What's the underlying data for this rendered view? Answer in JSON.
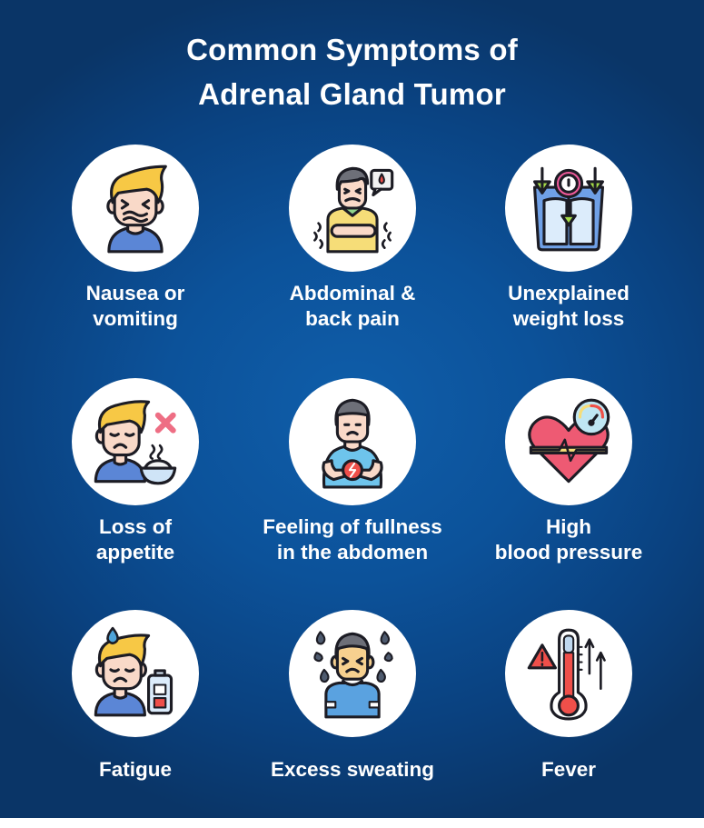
{
  "title": {
    "line1": "Common Symptoms of",
    "line2": "Adrenal Gland Tumor"
  },
  "colors": {
    "background_center": "#0f5eaa",
    "background_edge": "#0a3567",
    "text": "#ffffff",
    "circle": "#ffffff",
    "skin": "#f9d9c8",
    "hair_blond": "#f7c845",
    "hair_gray": "#6d6f78",
    "shirt_blue": "#5b86d6",
    "shirt_light_blue": "#6ec4ec",
    "shirt_yellow": "#f6dd78",
    "red_accent": "#ef4f4a",
    "pink_heart": "#ee5a73",
    "green_arrow": "#a6dc4a",
    "outline": "#1c1c24"
  },
  "symptoms": [
    {
      "id": "nausea",
      "icon": "nauseous-face-icon",
      "lines": [
        "Nausea or",
        "vomiting"
      ]
    },
    {
      "id": "abdominal-pain",
      "icon": "stomach-ache-icon",
      "lines": [
        "Abdominal &",
        "back pain"
      ]
    },
    {
      "id": "weight-loss",
      "icon": "weight-scale-icon",
      "lines": [
        "Unexplained",
        "weight loss"
      ]
    },
    {
      "id": "appetite",
      "icon": "no-appetite-icon",
      "lines": [
        "Loss of",
        "appetite"
      ]
    },
    {
      "id": "fullness",
      "icon": "bloated-abdomen-icon",
      "lines": [
        "Feeling of fullness",
        "in the abdomen"
      ]
    },
    {
      "id": "blood-pressure",
      "icon": "heart-pressure-gauge-icon",
      "lines": [
        "High",
        "blood pressure"
      ]
    },
    {
      "id": "fatigue",
      "icon": "low-battery-tired-icon",
      "lines": [
        "Fatigue"
      ]
    },
    {
      "id": "sweating",
      "icon": "sweating-person-icon",
      "lines": [
        "Excess sweating"
      ]
    },
    {
      "id": "fever",
      "icon": "thermometer-warning-icon",
      "lines": [
        "Fever"
      ]
    }
  ]
}
